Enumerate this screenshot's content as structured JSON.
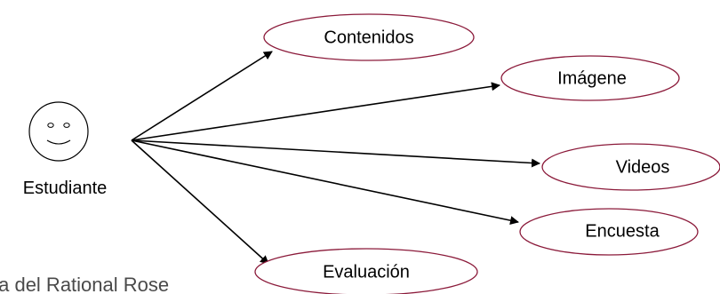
{
  "actor": {
    "label": "Estudiante"
  },
  "use_cases": [
    {
      "id": "contenidos",
      "label": "Contenidos"
    },
    {
      "id": "imagene",
      "label": "Imágene"
    },
    {
      "id": "videos",
      "label": "Videos"
    },
    {
      "id": "encuesta",
      "label": "Encuesta"
    },
    {
      "id": "evaluacion",
      "label": "Evaluación"
    }
  ],
  "caption": {
    "text": "ta del Rational Rose"
  },
  "colors": {
    "ellipse_stroke": "#8b1a3a",
    "line": "#000000",
    "caption_text": "#4a4a4a"
  }
}
